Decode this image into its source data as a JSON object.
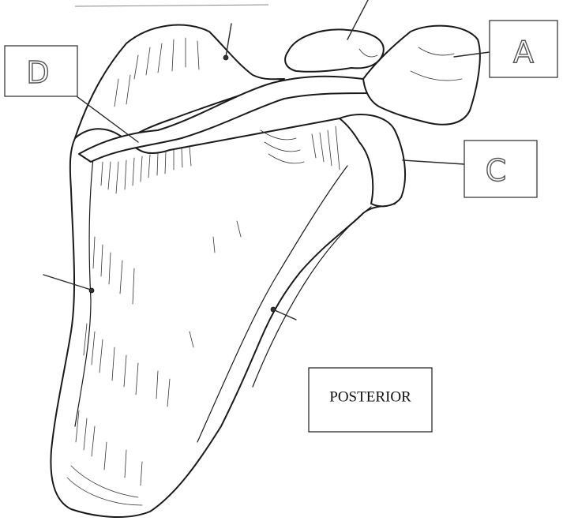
{
  "labels": {
    "a": "A",
    "c": "C",
    "d": "D"
  },
  "view_caption": "POSTERIOR",
  "colors": {
    "ink": "#1a1a1a",
    "label_ink": "#555555",
    "background": "#ffffff"
  }
}
